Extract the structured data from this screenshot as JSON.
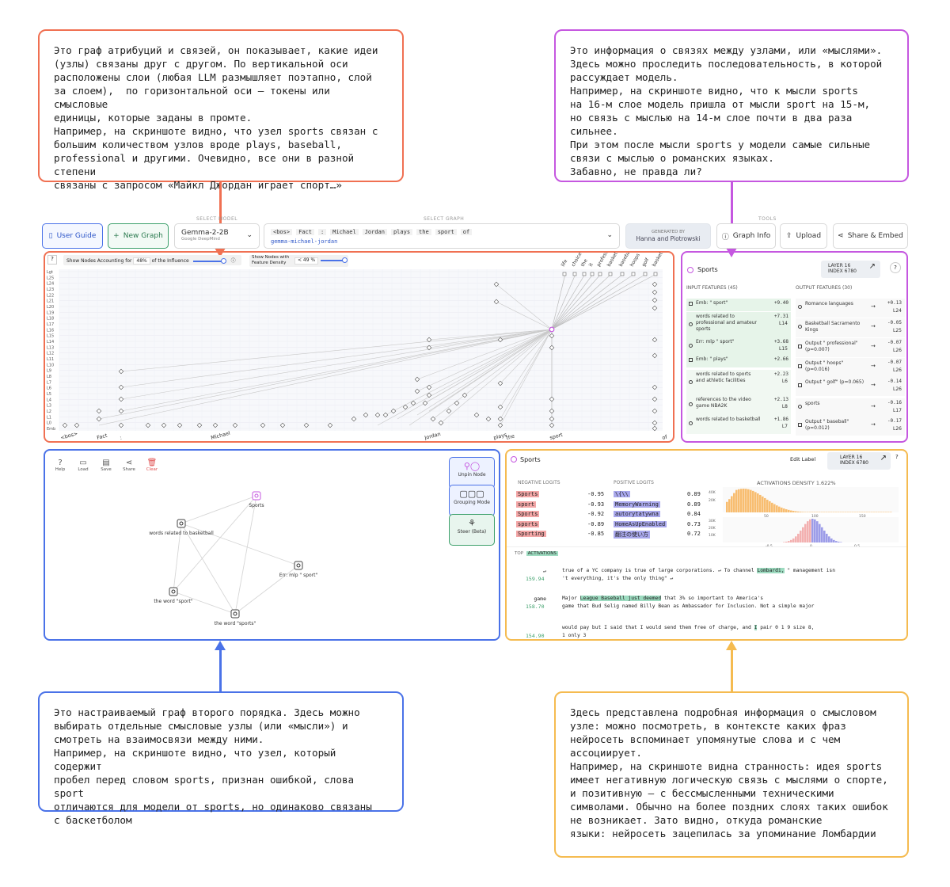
{
  "callouts": {
    "red": "Это граф атрибуций и связей, он показывает, какие идеи\n(узлы) связаны друг с другом. По вертикальной оси\nрасположены слои (любая LLM размышляет поэтапно, слой\nза слоем),  по горизонтальной оси — токены или смысловые\nединицы, которые заданы в промте.\nНапример, на скриншоте видно, что узел sports связан с\nбольшим количеством узлов вроде plays, baseball,\nprofessional и другими. Очевидно, все они в разной степени\nсвязаны с запросом «Майкл Джордан играет спорт…»",
    "magenta": "Это информация о связях между узлами, или «мыслями».\nЗдесь можно проследить последовательность, в которой\nрассуждает модель.\nНапример, на скриншоте видно, что к мысли sports\nна 16-м слое модель пришла от мысли sport на 15-м,\nно связь с мыслью на 14-м слое почти в два раза сильнее.\nПри этом после мысли sports у модели самые сильные\nсвязи с мыслью о романских языках.\nЗабавно, не правда ли?",
    "blue": "Это настраиваемый граф второго порядка. Здесь можно\nвыбирать отдельные смысловые узлы (или «мысли») и\nсмотреть на взаимосвязи между ними.\nНапример, на скриншоте видно, что узел, который содержит\nпробел перед словом sports, признан ошибкой, слова sport\nотличаются для модели от sports, но одинаково связаны\nс баскетболом",
    "yellow": "Здесь представлена подробная информация о смысловом\nузле: можно посмотреть, в контексте каких фраз\nнейросеть вспоминает упомянутые слова и с чем\nассоциирует.\nНапример, на скриншоте видна странность: идея sports\nимеет негативную логическую связь с мыслями о спорте,\nи позитивную — с бессмысленными техническими\nсимволами. Обычно на более поздних слоях таких ошибок\nне возникает. Зато видно, откуда романские\nязыки: нейросеть зацепилась за упоминание Ломбардии"
  },
  "colors": {
    "red": "#f07052",
    "magenta": "#c557e0",
    "blue": "#4a72e8",
    "yellow": "#f5bb50",
    "green": "#3da06b"
  },
  "toolbar": {
    "user_guide": "User Guide",
    "new_graph": "New Graph",
    "select_model_label": "SELECT MODEL",
    "model": "Gemma-2-2B",
    "model_sub": "Google DeepMind",
    "select_graph_label": "SELECT GRAPH",
    "tokens": [
      "<bos>",
      "Fact",
      ":",
      "Michael",
      "Jordan",
      "plays",
      "the",
      "sport",
      "of"
    ],
    "graph_id": "gemma-michael-jordan",
    "generated_by_label": "GENERATED BY",
    "generated_by": "Hanna and Piotrowski",
    "tools_label": "TOOLS",
    "graph_info": "Graph Info",
    "upload": "Upload",
    "share": "Share & Embed"
  },
  "graph": {
    "help": "?",
    "show_nodes_label": "Show Nodes Accounting for",
    "influence_value": "48",
    "influence_unit": "%",
    "influence_suffix": "of the Influence",
    "density_label_1": "Show Nodes with",
    "density_label_2": "Feature Density",
    "density_value": "< 49",
    "density_unit": "%",
    "layers": [
      "Lgt",
      "L25",
      "L24",
      "L23",
      "L22",
      "L21",
      "L20",
      "L19",
      "L18",
      "L17",
      "L16",
      "L15",
      "L14",
      "L13",
      "L12",
      "L11",
      "L10",
      "L9",
      "L8",
      "L7",
      "L6",
      "L5",
      "L4",
      "L3",
      "L2",
      "L1",
      "L0",
      "Emb"
    ],
    "x_tokens": [
      "<bos>",
      "Fact",
      ":",
      "Michael",
      "Jordan",
      "plays",
      "the",
      "sport",
      "of"
    ],
    "logit_tokens": [
      "life",
      "choice",
      "the",
      "it",
      "professional",
      "basketball",
      "baseball",
      "hoops",
      "golf",
      "basketba"
    ]
  },
  "node_panel": {
    "title": "Sports",
    "layer": "LAYER 16",
    "index": "INDEX 6780",
    "help": "?",
    "inputs_label": "INPUT FEATURES (45)",
    "outputs_label": "OUTPUT FEATURES (30)",
    "inputs": [
      {
        "label": "Emb: \" sport\"",
        "val": "+9.40",
        "layer": ""
      },
      {
        "label": "words related to professional and amateur sports",
        "val": "+7.31",
        "layer": "L14"
      },
      {
        "label": "Err: mlp \" sport\"",
        "val": "+3.68",
        "layer": "L15"
      },
      {
        "label": "Emb: \" plays\"",
        "val": "+2.66",
        "layer": ""
      },
      {
        "label": "words related to sports and athletic facilities",
        "val": "+2.23",
        "layer": "L6"
      },
      {
        "label": "references to the video game NBA2K",
        "val": "+2.13",
        "layer": "L8"
      },
      {
        "label": "words related to basketball",
        "val": "+1.86",
        "layer": "L7"
      }
    ],
    "outputs": [
      {
        "label": "Romance languages",
        "val": "+0.13",
        "layer": "L24"
      },
      {
        "label": "Basketball Sacramento Kings",
        "val": "-0.05",
        "layer": "L25"
      },
      {
        "label": "Output \" professional\" (p=0.007)",
        "val": "-0.07",
        "layer": "L26"
      },
      {
        "label": "Output \" hoops\" (p=0.016)",
        "val": "-0.07",
        "layer": "L26"
      },
      {
        "label": "Output \" golf\" (p=0.065)",
        "val": "-0.14",
        "layer": "L26"
      },
      {
        "label": "sports",
        "val": "-0.16",
        "layer": "L17"
      },
      {
        "label": "Output \" baseball\" (p=0.012)",
        "val": "-0.17",
        "layer": "L26"
      }
    ]
  },
  "subgraph": {
    "tools": [
      "Help",
      "Load",
      "Save",
      "Share",
      "Clear"
    ],
    "unpin": "Unpin Node",
    "grouping": "Grouping Mode",
    "steer": "Steer (Beta)",
    "nodes": [
      "Sports",
      "words related to basketball",
      "Err: mlp \" sport\"",
      "the word \"sport\"",
      "the word \"sports\""
    ]
  },
  "feature": {
    "title": "Sports",
    "edit": "Edit Label",
    "layer": "LAYER 16",
    "index": "INDEX 6780",
    "help": "?",
    "neg_label": "NEGATIVE LOGITS",
    "pos_label": "POSITIVE LOGITS",
    "density_label": "ACTIVATIONS DENSITY 1.622%",
    "neg_logits": [
      {
        "t": "Sports",
        "v": "-0.95"
      },
      {
        "t": "sport",
        "v": "-0.93"
      },
      {
        "t": "Sports",
        "v": "-0.92"
      },
      {
        "t": "sports",
        "v": "-0.89"
      },
      {
        "t": "Sporting",
        "v": "-0.85"
      }
    ],
    "pos_logits": [
      {
        "t": "\\{\\\\",
        "v": "0.89"
      },
      {
        "t": "MemoryWarning",
        "v": "0.89"
      },
      {
        "t": " autorytatywna",
        "v": "0.84"
      },
      {
        "t": "HomeAsUpEnabled",
        "v": "0.73"
      },
      {
        "t": "翻注の使い方",
        "v": "0.72"
      }
    ],
    "density_y1": [
      "40K",
      "20K"
    ],
    "density_y2": [
      "30K",
      "20K",
      "10K"
    ],
    "density_x1": [
      "50",
      "100",
      "150"
    ],
    "density_x2": [
      "-0.5",
      "0",
      "0.5"
    ],
    "top_label": "TOP",
    "activations_label": "ACTIVATIONS",
    "examples": [
      {
        "tok": "↵",
        "score": "159.94",
        "line1": "true of a YC company is true of large corporations. ↵ To channel ",
        "hl1": "Lombardi,",
        "post1": " \" management isn",
        "line2": "'t everything, it's the only thing\" ↵"
      },
      {
        "tok": "game",
        "score": "158.70",
        "line1": "Major ",
        "hl1": "League Baseball just deemed",
        "post1": " that 3% so important to America's ",
        "line2": "game that Bud Selig named Billy Bean as Ambassador for Inclusion. Not a simple major"
      },
      {
        "tok": "",
        "score": "154.90",
        "line1": "would pay but I said that I would send them free of charge, and ",
        "hl1": "I",
        "post1": " pair 0 1 9 size 8,",
        "line2": "1 only 3"
      }
    ]
  }
}
